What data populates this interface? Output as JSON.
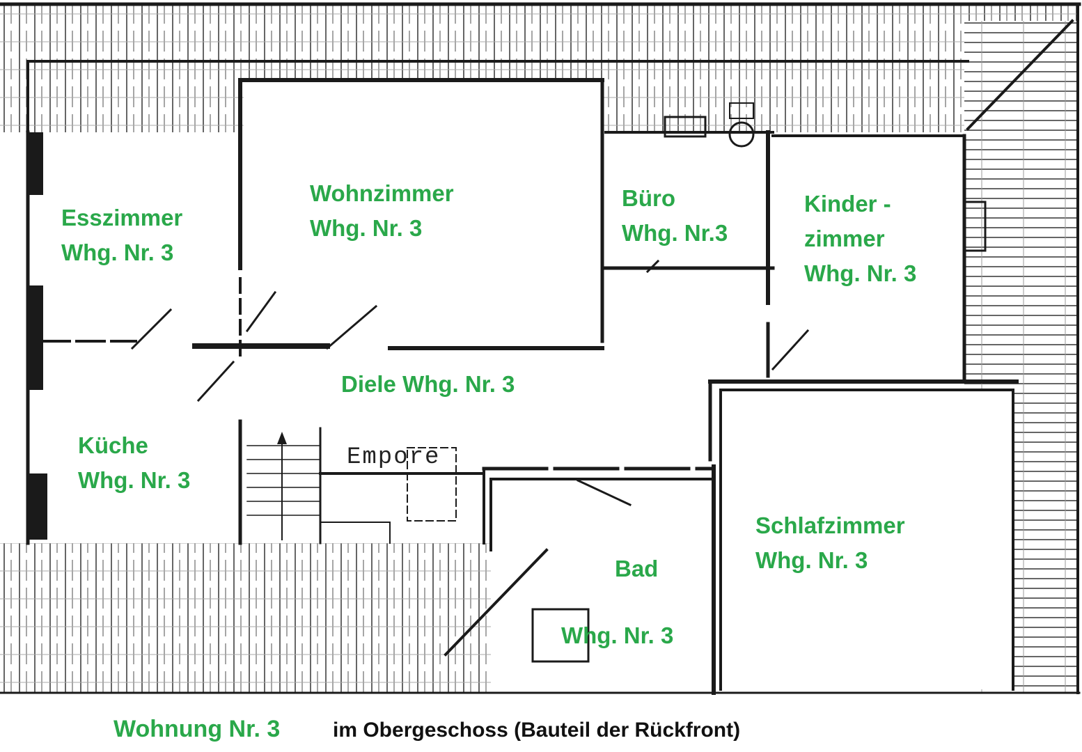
{
  "rooms": {
    "esszimmer": {
      "name": "Esszimmer",
      "unit": "Whg. Nr. 3"
    },
    "wohnzimmer": {
      "name": "Wohnzimmer",
      "unit": "Whg. Nr. 3"
    },
    "buero": {
      "name": "Büro",
      "unit": "Whg. Nr.3"
    },
    "kinderzimmer": {
      "name_line1": "Kinder -",
      "name_line2": "zimmer",
      "unit": "Whg. Nr. 3"
    },
    "diele": {
      "name": "Diele Whg. Nr. 3"
    },
    "kueche": {
      "name": "Küche",
      "unit": "Whg. Nr. 3"
    },
    "bad": {
      "name": "Bad",
      "unit": "Whg. Nr. 3"
    },
    "schlafzimmer": {
      "name": "Schlafzimmer",
      "unit": "Whg. Nr. 3"
    }
  },
  "plan_labels": {
    "empore": "Empore"
  },
  "caption": {
    "apartment": "Wohnung Nr. 3",
    "location": "im Obergeschoss (Bauteil der Rückfront)"
  },
  "colors": {
    "label_green": "#2aa84a",
    "wall": "#1a1a1a",
    "hatch": "#555555"
  }
}
